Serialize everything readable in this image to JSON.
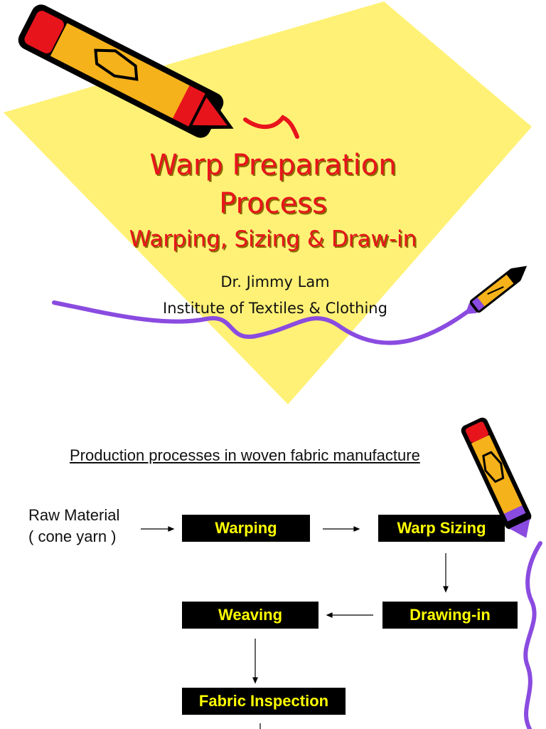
{
  "title_slide": {
    "title_line1": "Warp Preparation",
    "title_line2": "Process",
    "subtitle": "Warping, Sizing & Draw-in",
    "author": "Dr. Jimmy Lam",
    "institute": "Institute of Textiles & Clothing"
  },
  "process_slide": {
    "heading": "Production processes in woven fabric manufacture",
    "raw_material_line1": "Raw Material",
    "raw_material_line2": "( cone yarn )",
    "steps": {
      "warping": "Warping",
      "warp_sizing": "Warp Sizing",
      "drawing_in": "Drawing-in",
      "weaving": "Weaving",
      "fabric_inspection": "Fabric Inspection"
    }
  },
  "colors": {
    "title_red": "#e8141c",
    "diamond_yellow": "#fff176",
    "wave_purple": "#8a4be0",
    "step_box": "#000000",
    "step_text": "#ffff00"
  },
  "icons": [
    "crayon-icon",
    "small-crayon-icon",
    "vertical-crayon-icon"
  ]
}
